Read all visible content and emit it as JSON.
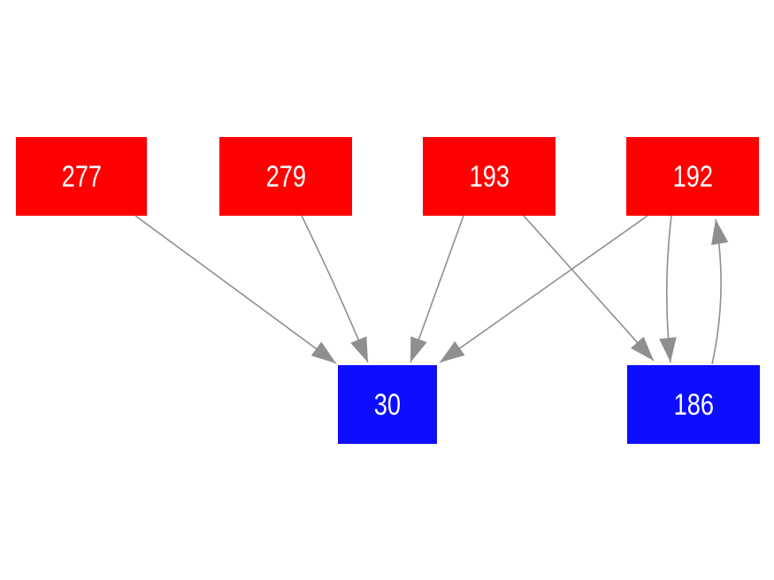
{
  "graph": {
    "background_color": "#ffffff",
    "edge_color": "#8f8f8f",
    "label_color": "#ffffff",
    "node_fill_source": "#ff0000",
    "node_fill_sink": "#0d0dff",
    "nodes": [
      {
        "id": "277",
        "label": "277",
        "fill": "#ff0000",
        "row": "top"
      },
      {
        "id": "279",
        "label": "279",
        "fill": "#ff0000",
        "row": "top"
      },
      {
        "id": "193",
        "label": "193",
        "fill": "#ff0000",
        "row": "top"
      },
      {
        "id": "192",
        "label": "192",
        "fill": "#ff0000",
        "row": "top"
      },
      {
        "id": "30",
        "label": "30",
        "fill": "#0d0dff",
        "row": "bottom"
      },
      {
        "id": "186",
        "label": "186",
        "fill": "#0d0dff",
        "row": "bottom"
      }
    ],
    "edges": [
      {
        "from": "277",
        "to": "30"
      },
      {
        "from": "279",
        "to": "30"
      },
      {
        "from": "193",
        "to": "30"
      },
      {
        "from": "192",
        "to": "30"
      },
      {
        "from": "193",
        "to": "186"
      },
      {
        "from": "192",
        "to": "186"
      },
      {
        "from": "186",
        "to": "192"
      }
    ]
  }
}
